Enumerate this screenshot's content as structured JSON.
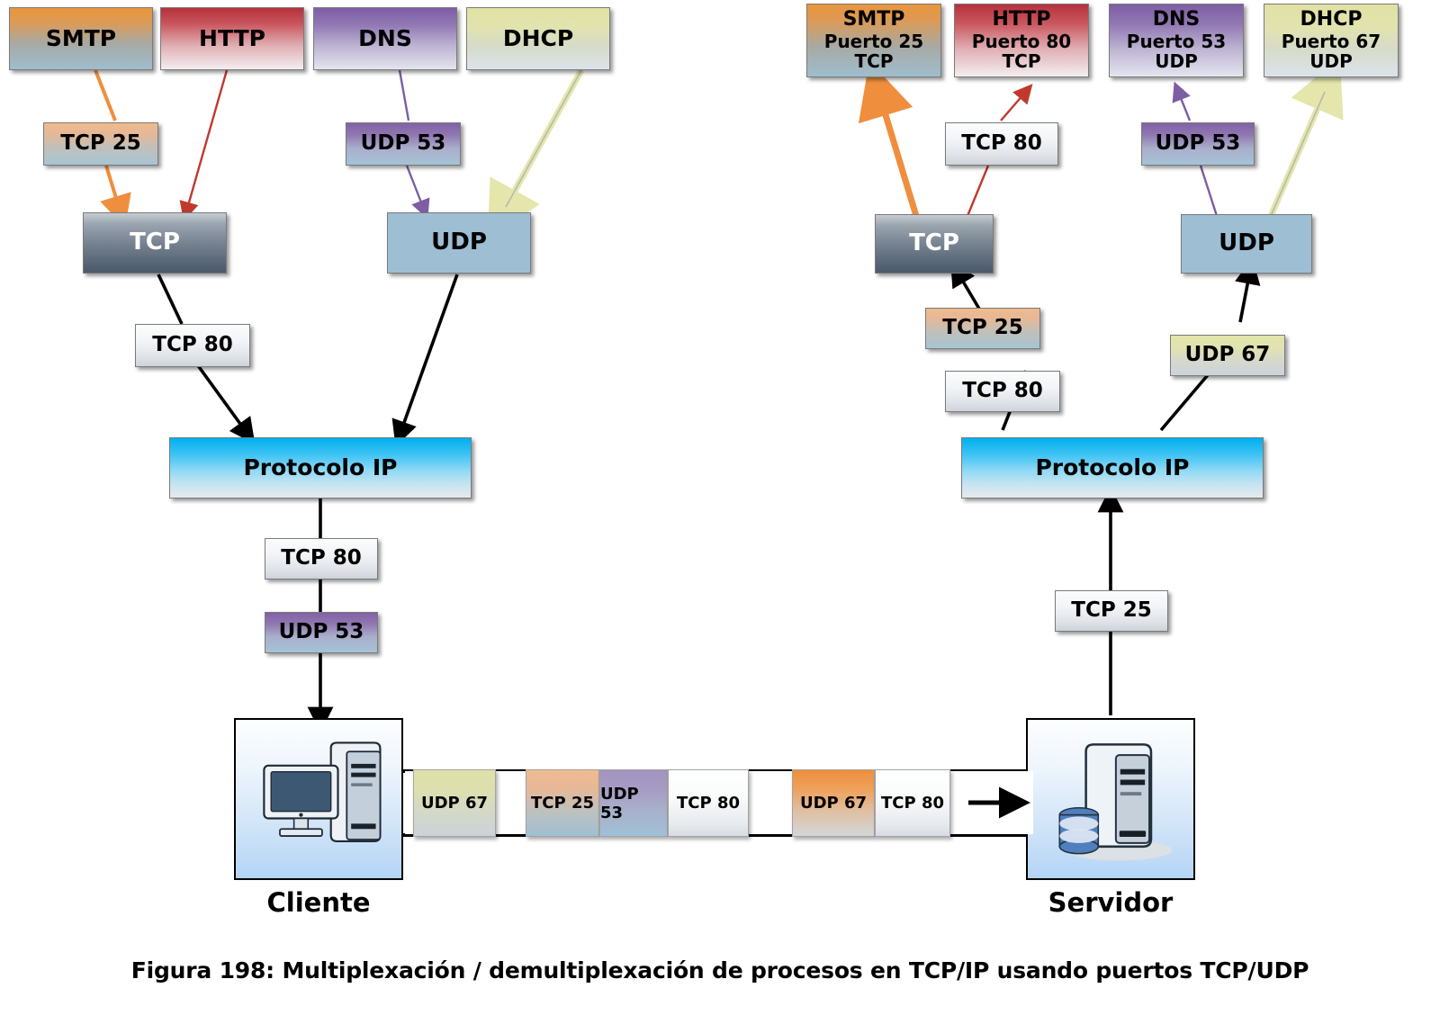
{
  "figure": {
    "caption": "Figura 198: Multiplexación / demultiplexación de procesos en TCP/IP usando puertos TCP/UDP"
  },
  "client_side": {
    "apps": [
      {
        "name": "SMTP",
        "tag": "TCP 25"
      },
      {
        "name": "HTTP",
        "tag": ""
      },
      {
        "name": "DNS",
        "tag": "UDP 53"
      },
      {
        "name": "DHCP",
        "tag": ""
      }
    ],
    "transport": {
      "tcp": "TCP",
      "udp": "UDP"
    },
    "tcp_to_ip_tag": "TCP 80",
    "ip": "Protocolo IP",
    "ip_out_tags": [
      "TCP 80",
      "UDP 53"
    ],
    "host_label": "Cliente"
  },
  "server_side": {
    "apps": [
      {
        "line1": "SMTP",
        "line2": "Puerto 25",
        "line3": "TCP"
      },
      {
        "line1": "HTTP",
        "line2": "Puerto 80",
        "line3": "TCP"
      },
      {
        "line1": "DNS",
        "line2": "Puerto 53",
        "line3": "UDP"
      },
      {
        "line1": "DHCP",
        "line2": "Puerto 67",
        "line3": "UDP"
      }
    ],
    "app_tags": [
      "TCP 80",
      "UDP 53"
    ],
    "transport": {
      "tcp": "TCP",
      "udp": "UDP"
    },
    "transport_tags": [
      "TCP 25",
      "TCP 80",
      "UDP 67"
    ],
    "ip": "Protocolo IP",
    "ip_in_tag": "TCP 25",
    "host_label": "Servidor"
  },
  "packet_stream": {
    "packets": [
      {
        "label": "UDP 67"
      },
      {
        "label": "TCP 25"
      },
      {
        "label": "UDP 53"
      },
      {
        "label": "TCP 80"
      },
      {
        "label": "UDP 67"
      },
      {
        "label": "TCP 80"
      }
    ]
  },
  "colors": {
    "ip_accent": "#00b0f0",
    "smtp": "#e8963c",
    "http": "#b5323c",
    "dns": "#7e5da4",
    "dhcp": "#e0e2a4",
    "tcp_box": "#5c6a7b",
    "udp_box": "#9ebed4"
  }
}
